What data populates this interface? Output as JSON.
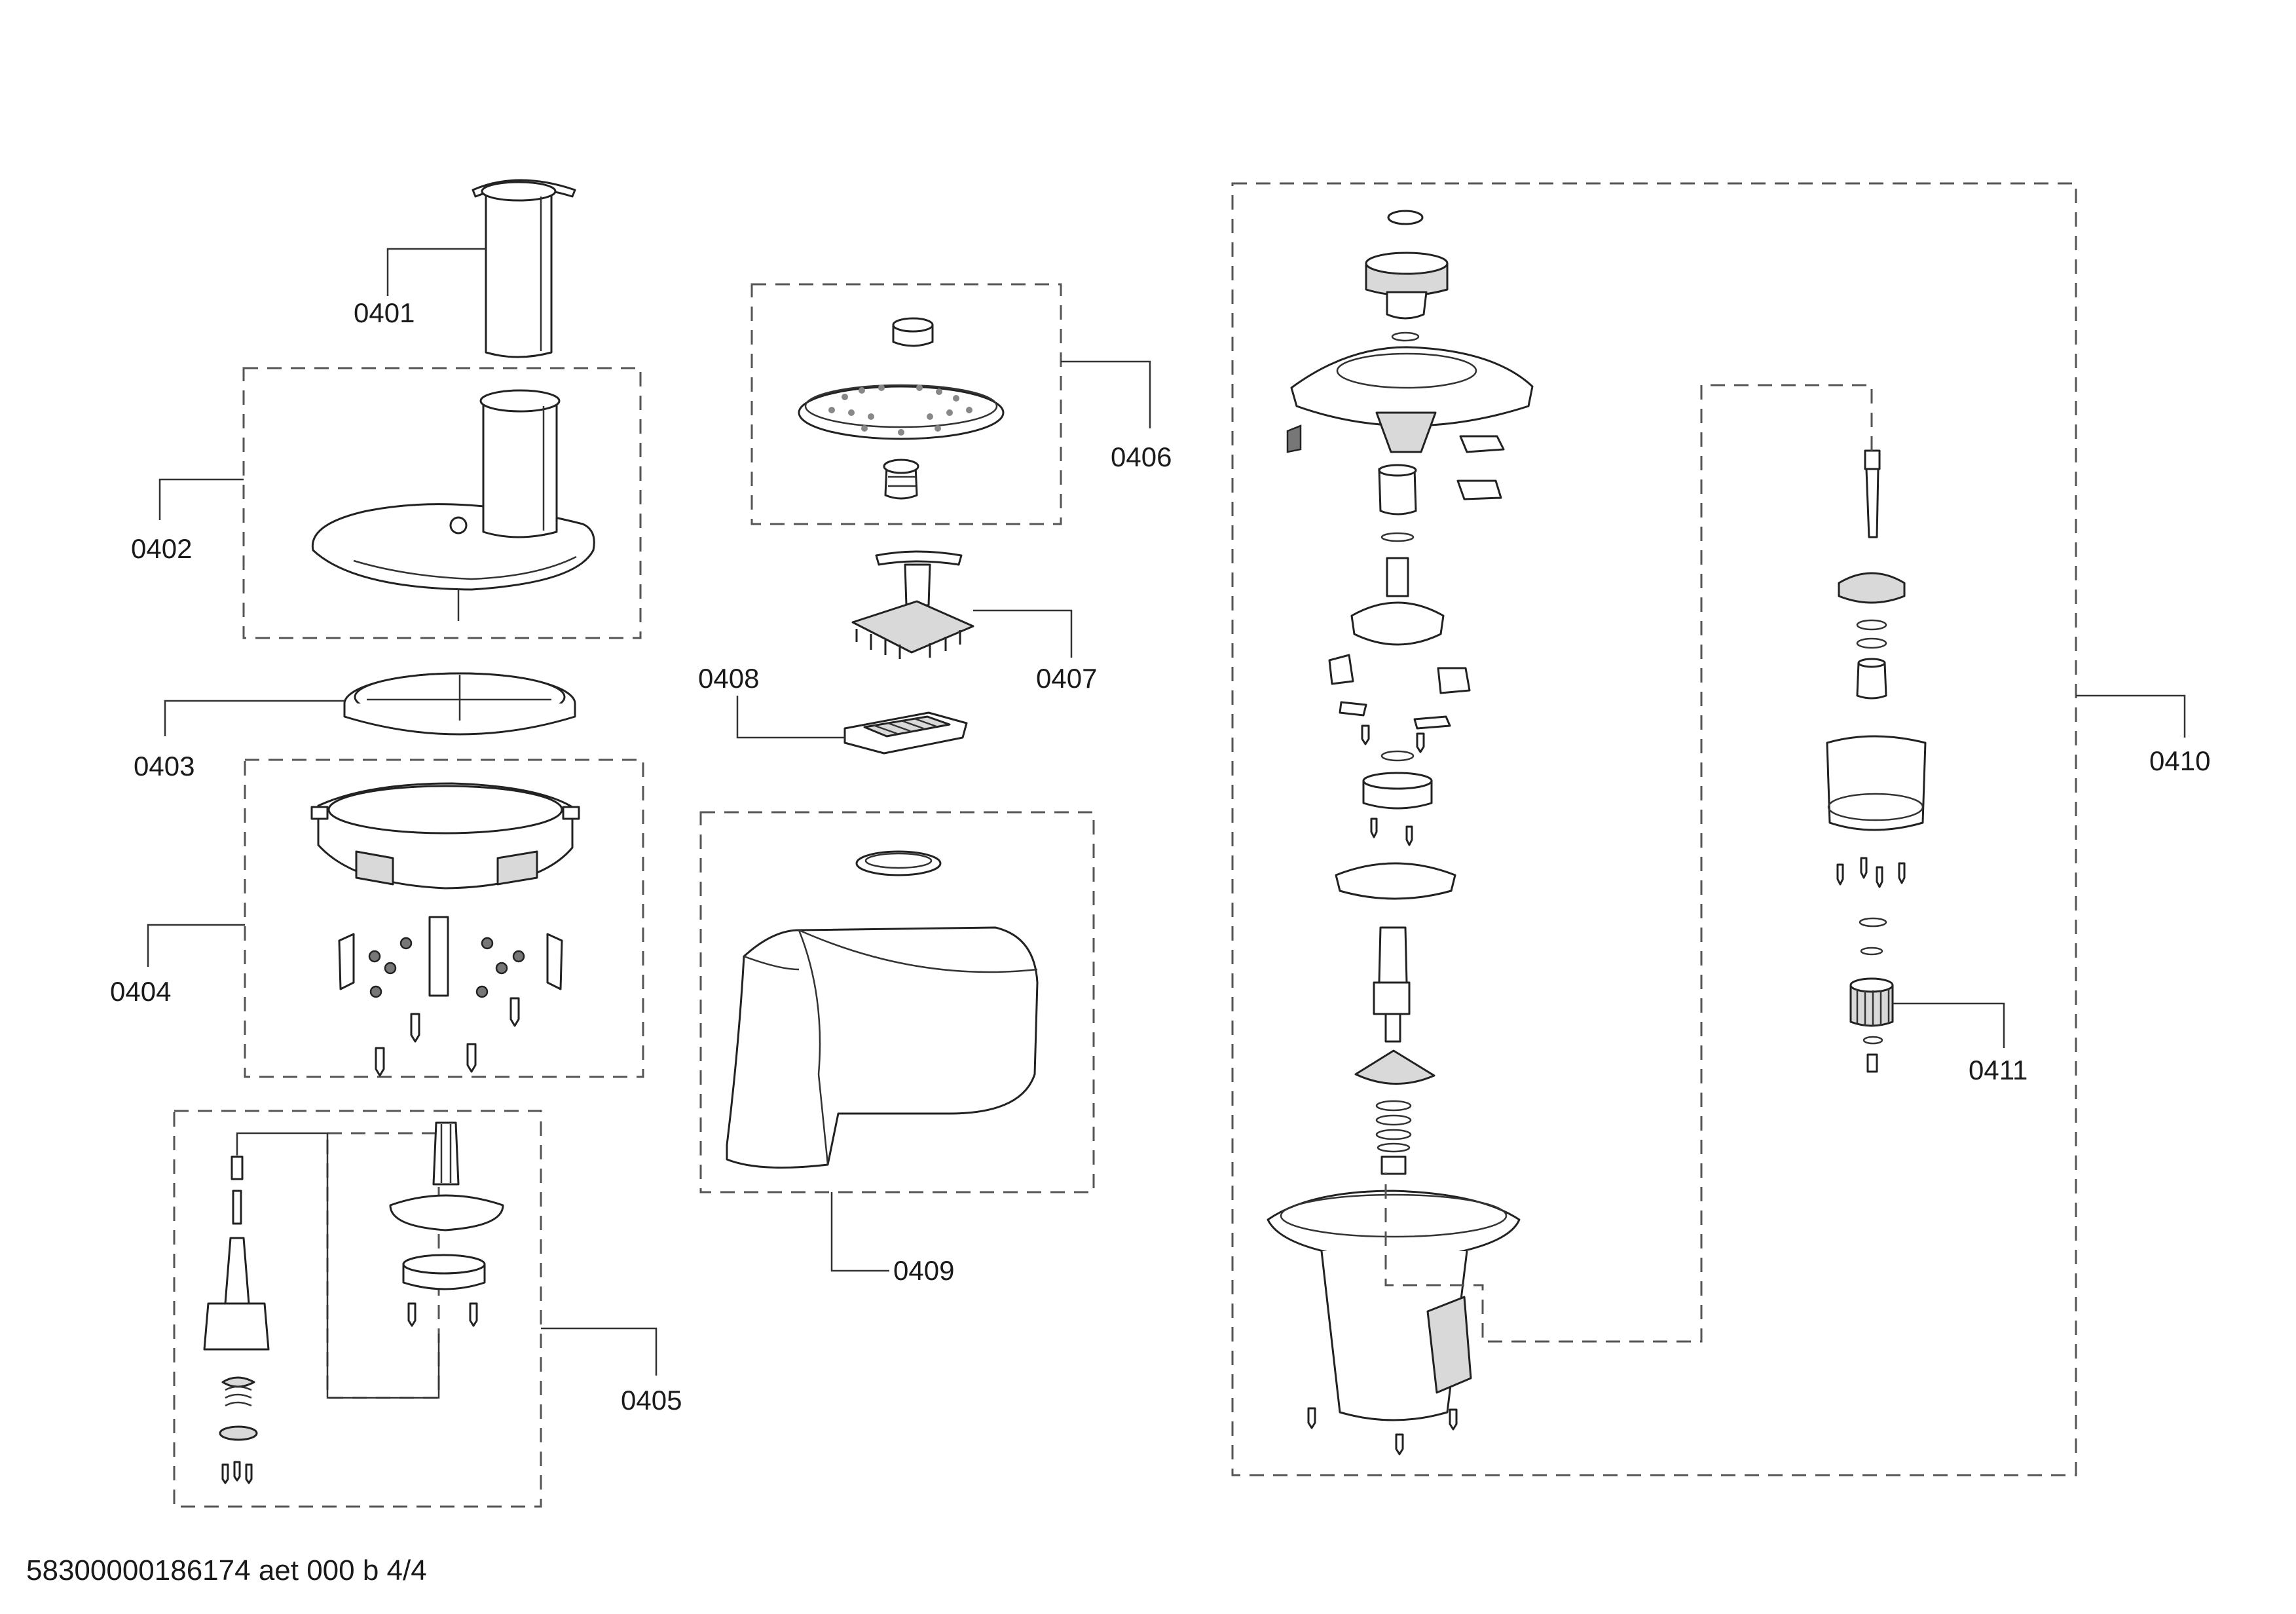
{
  "diagram": {
    "callouts": {
      "c0401": "0401",
      "c0402": "0402",
      "c0403": "0403",
      "c0404": "0404",
      "c0405": "0405",
      "c0406": "0406",
      "c0407": "0407",
      "c0408": "0408",
      "c0409": "0409",
      "c0410": "0410",
      "c0411": "0411"
    },
    "footer": "58300000186174 aet 000 b 4/4"
  }
}
